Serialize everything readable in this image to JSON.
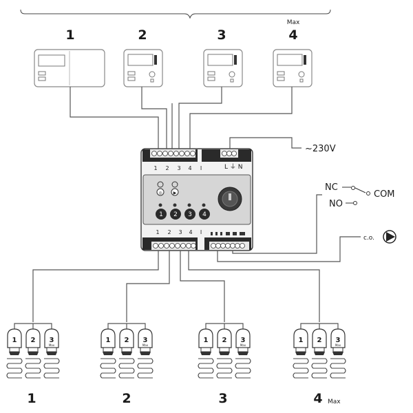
{
  "thermostats": [
    {
      "number": "1",
      "note": ""
    },
    {
      "number": "2",
      "note": ""
    },
    {
      "number": "3",
      "note": ""
    },
    {
      "number": "4",
      "note": "Max"
    }
  ],
  "controller": {
    "top_terminal_labels": [
      "1",
      "2",
      "3",
      "4",
      "I"
    ],
    "bottom_terminal_labels": [
      "1",
      "2",
      "3",
      "4",
      "I"
    ],
    "zone_buttons": [
      "1",
      "2",
      "3",
      "4"
    ]
  },
  "power": {
    "label": "~230V"
  },
  "relay": {
    "nc": "NC",
    "no": "NO",
    "com": "COM"
  },
  "pump": {
    "label": "c.o."
  },
  "actuator_groups": [
    {
      "number": "1",
      "note": "",
      "actuators": [
        "1",
        "2",
        "3"
      ],
      "actuator_notes": [
        "",
        "",
        "Max"
      ]
    },
    {
      "number": "2",
      "note": "",
      "actuators": [
        "1",
        "2",
        "3"
      ],
      "actuator_notes": [
        "",
        "",
        "Max"
      ]
    },
    {
      "number": "3",
      "note": "",
      "actuators": [
        "1",
        "2",
        "3"
      ],
      "actuator_notes": [
        "",
        "",
        "Max"
      ]
    },
    {
      "number": "4",
      "note": "Max",
      "actuators": [
        "1",
        "2",
        "3"
      ],
      "actuator_notes": [
        "",
        "",
        "Max"
      ]
    }
  ]
}
